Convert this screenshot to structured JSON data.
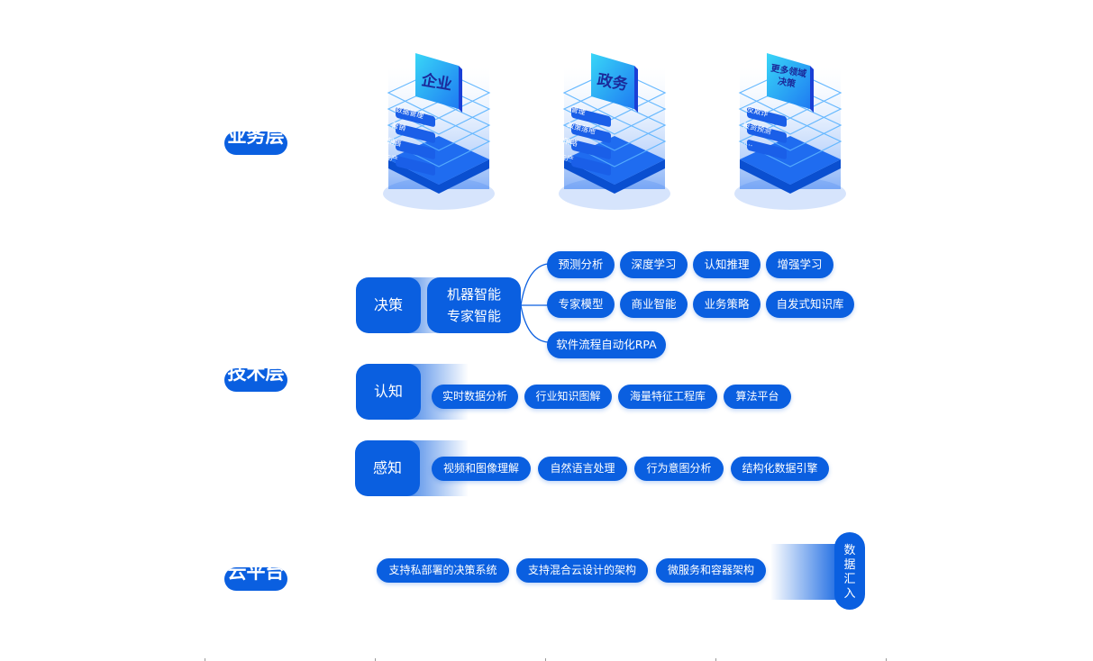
{
  "layers": {
    "business": "业务层",
    "tech": "技术层",
    "cloud": "云平台"
  },
  "servers": [
    {
      "title": "企业",
      "items": [
        "数据管理",
        "营销",
        "销售",
        "生产"
      ]
    },
    {
      "title": "政务",
      "items": [
        "管理",
        "政策落地",
        "策略",
        "生产"
      ]
    },
    {
      "title": "更多领域决策",
      "items": [
        "反欺诈",
        "投资预测",
        "……"
      ]
    }
  ],
  "decision": {
    "label": "决策",
    "ai_line1": "机器智能",
    "ai_line2": "专家智能",
    "row1": [
      "预测分析",
      "深度学习",
      "认知推理",
      "增强学习"
    ],
    "row2": [
      "专家模型",
      "商业智能",
      "业务策略",
      "自发式知识库"
    ],
    "row3": [
      "软件流程自动化RPA"
    ]
  },
  "cognition": {
    "label": "认知",
    "items": [
      "实时数据分析",
      "行业知识图解",
      "海量特征工程库",
      "算法平台"
    ]
  },
  "perception": {
    "label": "感知",
    "items": [
      "视频和图像理解",
      "自然语言处理",
      "行为意图分析",
      "结构化数据引擎"
    ]
  },
  "cloud": {
    "items": [
      "支持私部署的决策系统",
      "支持混合云设计的架构",
      "微服务和容器架构"
    ],
    "data_inflow": "数据汇入"
  },
  "colors": {
    "primary": "#0a5fe0",
    "cyan": "#2fd0f5",
    "deep": "#1a3fd6"
  }
}
